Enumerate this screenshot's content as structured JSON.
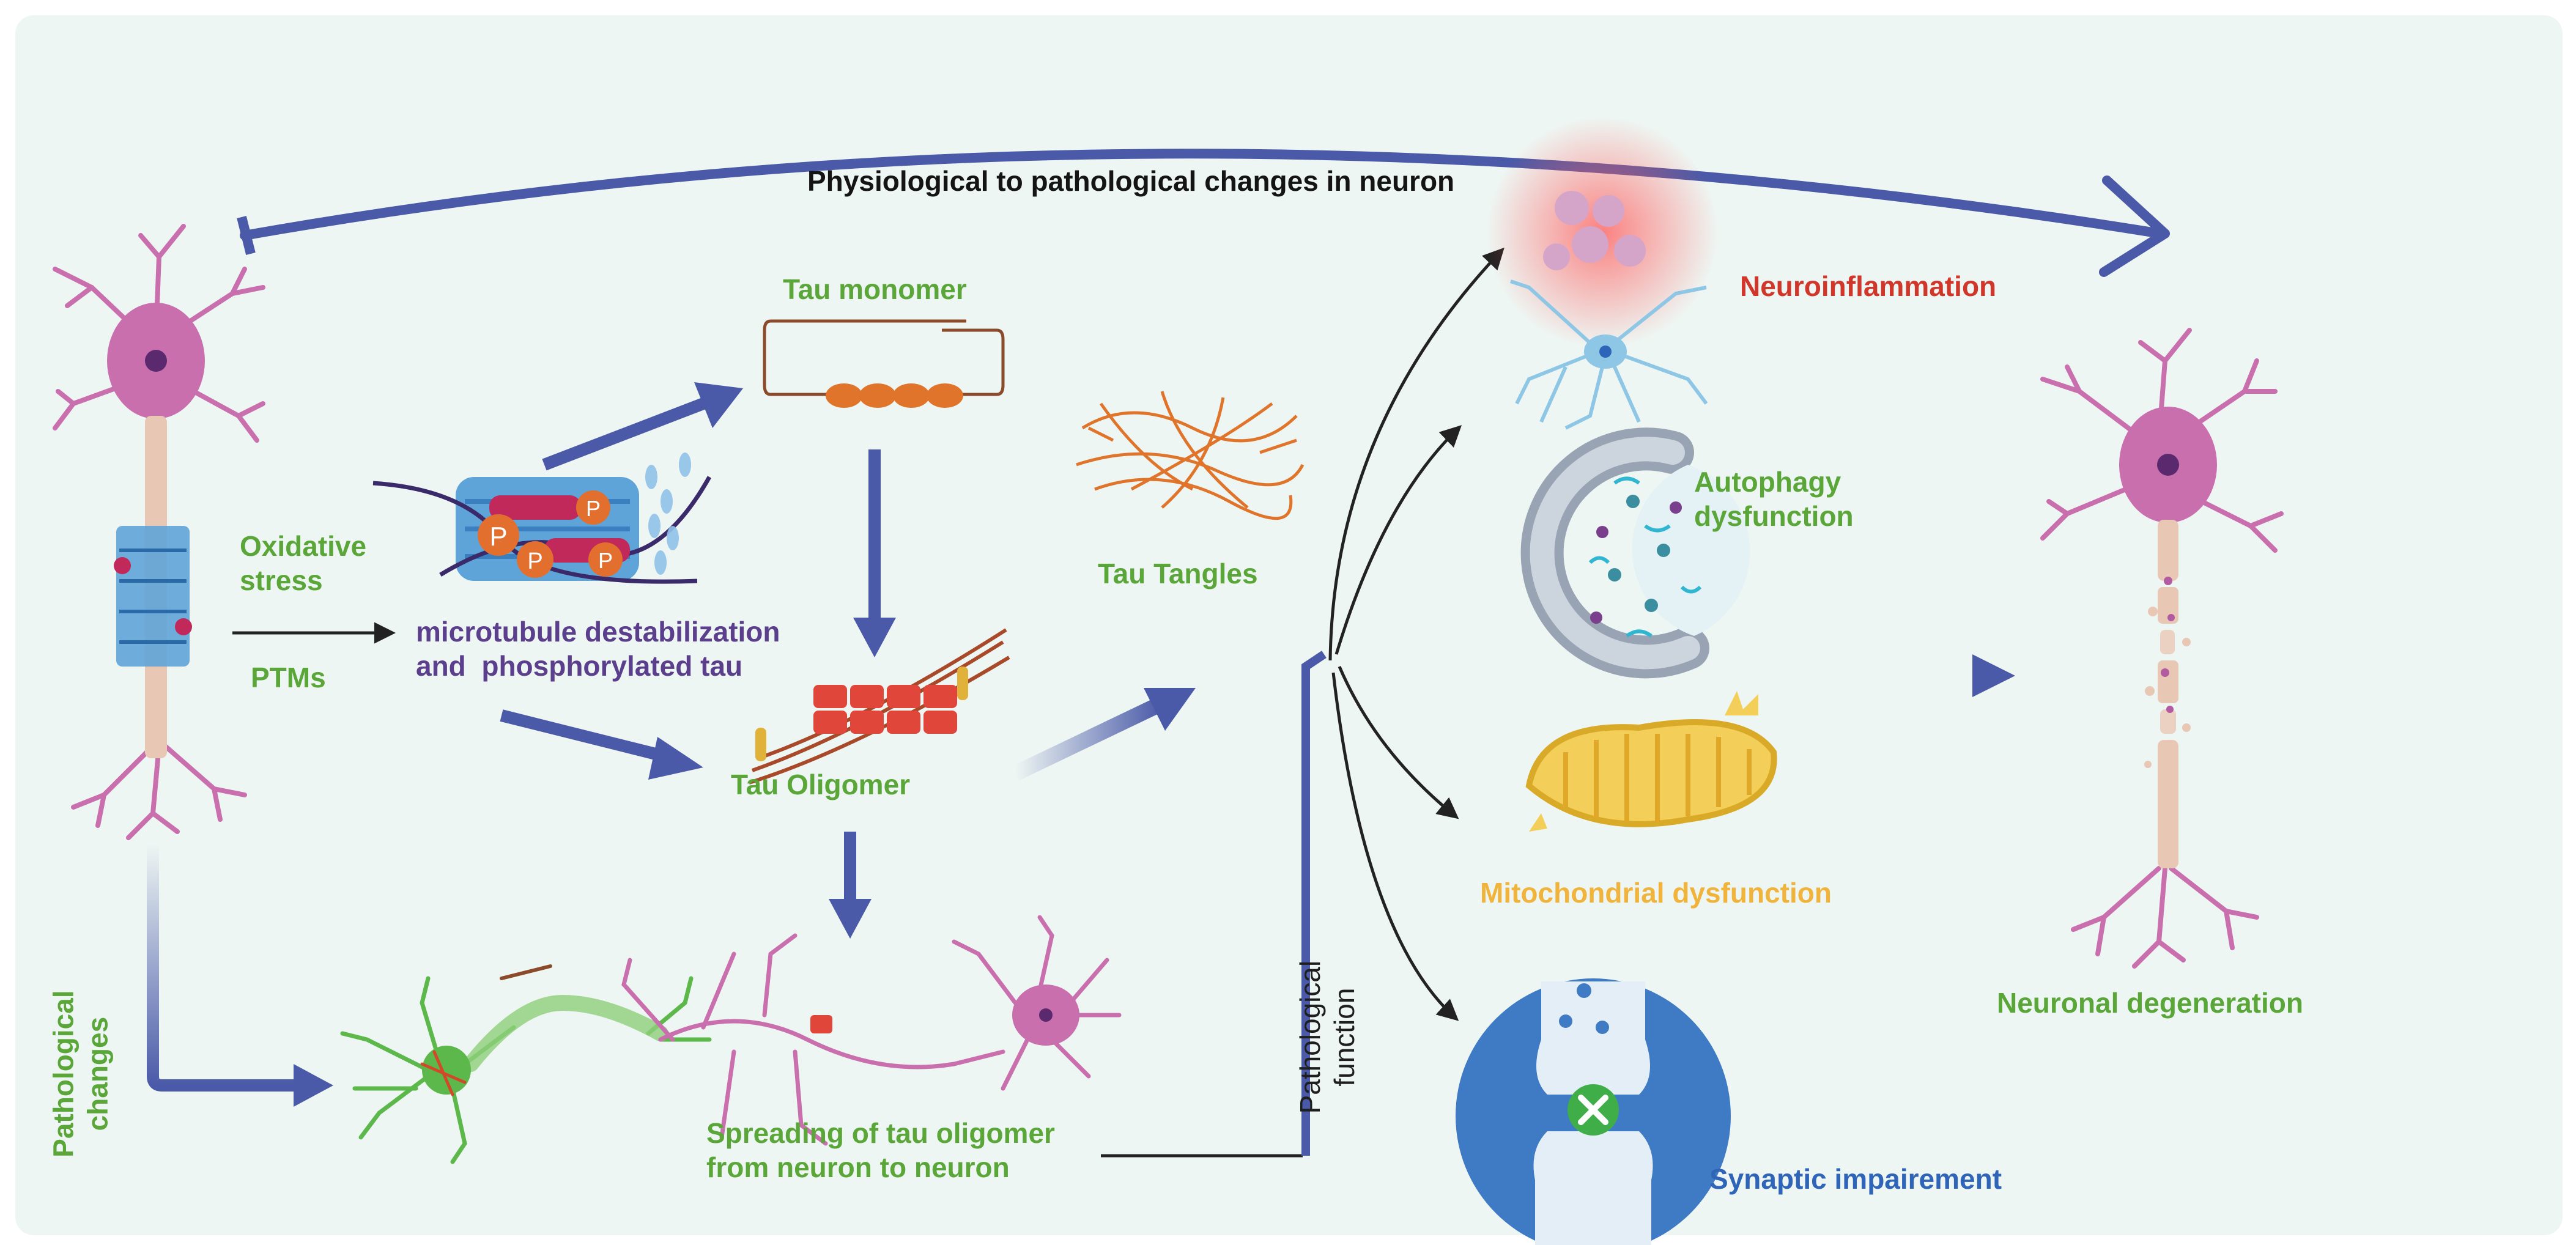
{
  "labels": {
    "top_arc": "Physiological to pathological changes in neuron",
    "oxidative_stress": "Oxidative\nstress",
    "ptms": "PTMs",
    "microtubule": "microtubule destabilization\nand  phosphorylated tau",
    "tau_monomer": "Tau monomer",
    "tau_tangles": "Tau Tangles",
    "tau_oligomer": "Tau Oligomer",
    "spreading": "Spreading of tau oligomer\nfrom neuron to neuron",
    "pathological_changes": "Pathological\nchanges",
    "pathological_function": "Pathological\nfunction",
    "neuroinflammation": "Neuroinflammation",
    "autophagy": "Autophagy\ndysfunction",
    "mitochondrial": "Mitochondrial dysfunction",
    "synaptic": "Synaptic impairement",
    "neuronal_degeneration": "Neuronal degeneration",
    "phospho_mark": "P"
  },
  "colors": {
    "background": "#eef6f3",
    "arrow_blue": "#4a5aa8",
    "label_green": "#5aa639",
    "label_purple": "#5b3f8c",
    "label_red": "#d0362a",
    "label_yellow": "#f0b43c",
    "label_blue": "#2f65b8",
    "neuron_pink": "#c96fae",
    "neuron_green": "#5cb84a",
    "tau_orange": "#e0742a",
    "synapse_blue": "#3f7ac4",
    "mito_yellow": "#f3cf5a"
  }
}
